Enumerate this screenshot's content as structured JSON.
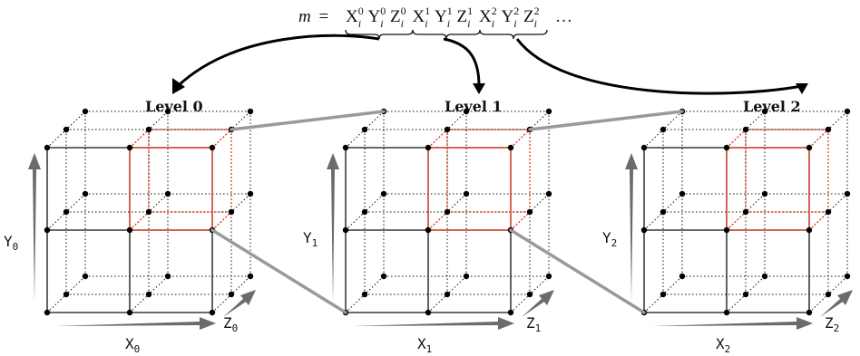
{
  "formula": {
    "lhs": "m",
    "eq": "=",
    "terms": [
      {
        "base": "X",
        "sub": "i",
        "sup": "0"
      },
      {
        "base": "Y",
        "sub": "i",
        "sup": "0"
      },
      {
        "base": "Z",
        "sub": "i",
        "sup": "0"
      },
      {
        "base": "X",
        "sub": "i",
        "sup": "1"
      },
      {
        "base": "Y",
        "sub": "i",
        "sup": "1"
      },
      {
        "base": "Z",
        "sub": "i",
        "sup": "1"
      },
      {
        "base": "X",
        "sub": "i",
        "sup": "2"
      },
      {
        "base": "Y",
        "sub": "i",
        "sup": "2"
      },
      {
        "base": "Z",
        "sub": "i",
        "sup": "2"
      }
    ],
    "ellipsis": "…"
  },
  "levels": [
    {
      "label": "Level 0",
      "x": {
        "base": "X",
        "sub": "0"
      },
      "y": {
        "base": "Y",
        "sub": "0"
      },
      "z": {
        "base": "Z",
        "sub": "0"
      }
    },
    {
      "label": "Level 1",
      "x": {
        "base": "X",
        "sub": "1"
      },
      "y": {
        "base": "Y",
        "sub": "1"
      },
      "z": {
        "base": "Z",
        "sub": "1"
      }
    },
    {
      "label": "Level 2",
      "x": {
        "base": "X",
        "sub": "2"
      },
      "y": {
        "base": "Y",
        "sub": "2"
      },
      "z": {
        "base": "Z",
        "sub": "2"
      }
    }
  ],
  "colors": {
    "grid": "#111111",
    "highlight": "#e0442c",
    "connector": "#9a9a9a",
    "axis_arrow": "#6b6b6b",
    "node": "#000000"
  }
}
